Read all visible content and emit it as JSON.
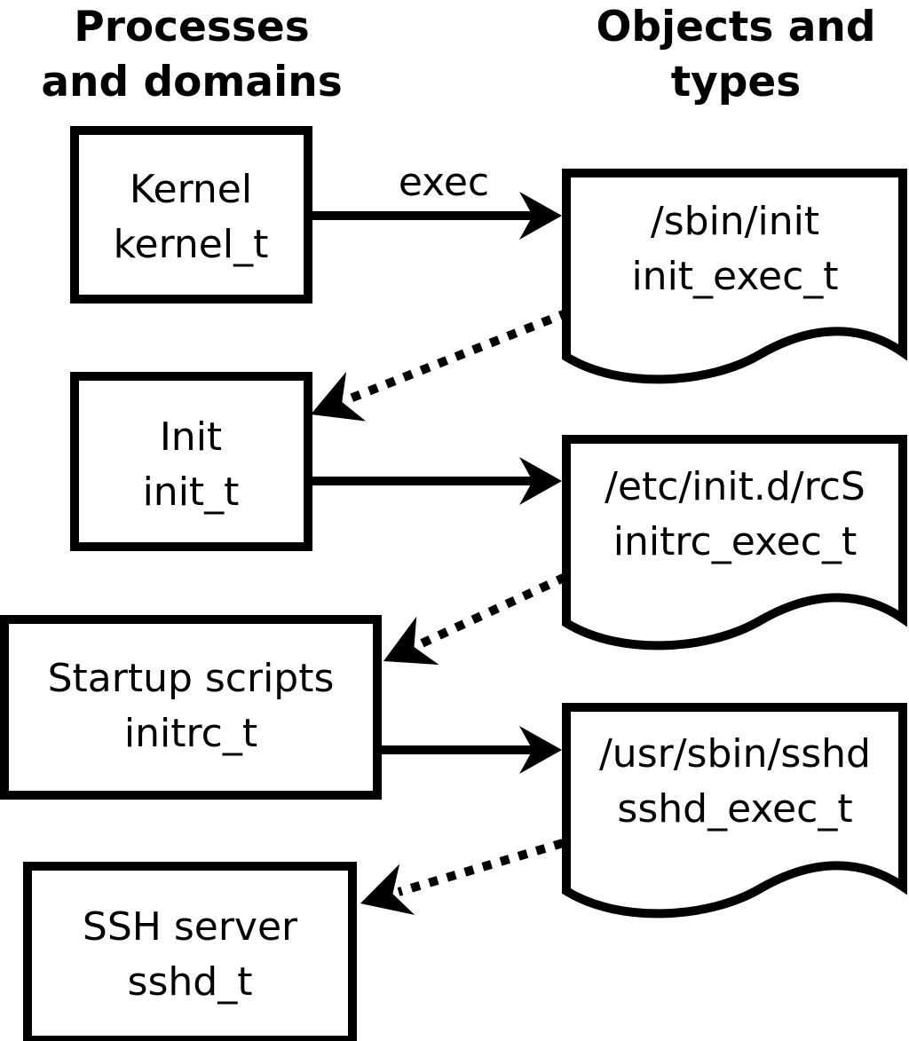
{
  "diagram": {
    "left_header": {
      "line1": "Processes",
      "line2": "and domains"
    },
    "right_header": {
      "line1": "Objects and",
      "line2": "types"
    },
    "process_boxes": [
      {
        "name": "Kernel",
        "domain": "kernel_t"
      },
      {
        "name": "Init",
        "domain": "init_t"
      },
      {
        "name": "Startup scripts",
        "domain": "initrc_t"
      },
      {
        "name": "SSH server",
        "domain": "sshd_t"
      }
    ],
    "object_docs": [
      {
        "path": "/sbin/init",
        "type": "init_exec_t"
      },
      {
        "path": "/etc/init.d/rcS",
        "type": "initrc_exec_t"
      },
      {
        "path": "/usr/sbin/sshd",
        "type": "sshd_exec_t"
      }
    ],
    "arrow_labels": {
      "exec": "exec"
    },
    "colors": {
      "ink": "#000000",
      "paper": "#ffffff"
    }
  }
}
